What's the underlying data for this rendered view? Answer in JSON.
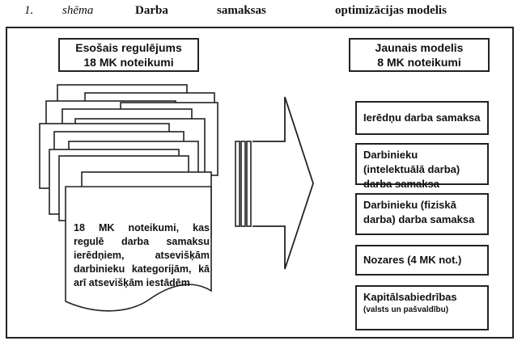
{
  "caption": {
    "number": "1.",
    "word": "shēma",
    "part1": "Darba",
    "part2": "samaksas",
    "part3": "optimizācijas modelis"
  },
  "left_header": {
    "line1": "Esošais regulējums",
    "line2": "18 MK noteikumi"
  },
  "right_header": {
    "line1": "Jaunais modelis",
    "line2": "8 MK noteikumi"
  },
  "note_text": "18 MK noteikumi, kas regulē darba samaksu ierēdņiem, atsevišķām darbinieku kategorijām, kā arī atsevišķām iestādēm",
  "model_boxes": [
    {
      "text": "Ierēdņu darba samaksa"
    },
    {
      "text": "Darbinieku (intelektuālā darba) darba samaksa"
    },
    {
      "text": "Darbinieku (fiziskā darba) darba samaksa"
    },
    {
      "text": "Nozares (4 MK not.)"
    },
    {
      "text": "Kapitālsabiedrības",
      "subtext": "(valsts un pašvaldību)"
    }
  ]
}
